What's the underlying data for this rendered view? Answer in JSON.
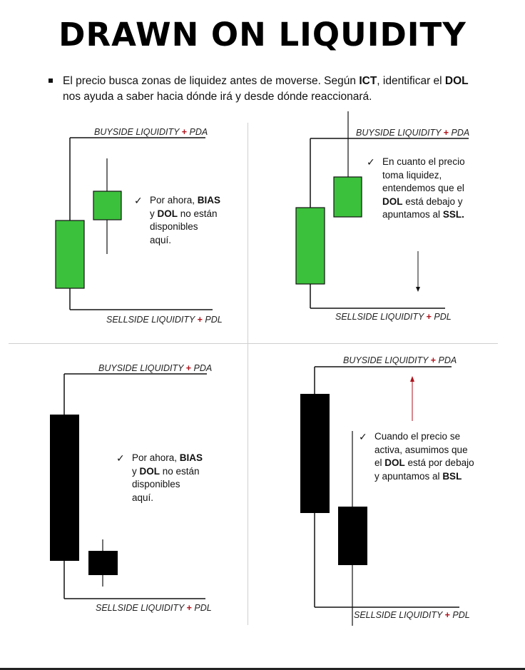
{
  "title": "DRAWN ON LIQUIDITY",
  "intro": {
    "part1": "El precio busca zonas de liquidez antes de moverse. Según ",
    "ict": "ICT",
    "part2": ", identificar el ",
    "dol": "DOL",
    "part3": " nos ayuda a saber hacia dónde irá y desde dónde reaccionará."
  },
  "labels": {
    "buyside": "BUYSIDE LIQUIDITY",
    "pda": "PDA",
    "sellside": "SELLSIDE LIQUIDITY",
    "pdl": "PDL",
    "plus": "+"
  },
  "panels": [
    {
      "note": {
        "l1a": "Por ahora, ",
        "l1b": "BIAS",
        "l2a": "y ",
        "l2b": "DOL",
        "l2c": " no están",
        "l3": "disponibles",
        "l4": "aquí."
      }
    },
    {
      "note": {
        "l1": "En cuanto el precio",
        "l2": "toma liquidez,",
        "l3": "entendemos que el",
        "l4a": "DOL",
        "l4b": " está debajo y",
        "l5a": "apuntamos al ",
        "l5b": "SSL."
      }
    },
    {
      "note": {
        "l1a": "Por ahora, ",
        "l1b": "BIAS",
        "l2a": "y ",
        "l2b": "DOL",
        "l2c": " no están",
        "l3": "disponibles",
        "l4": "aquí."
      }
    },
    {
      "note": {
        "l1": "Cuando el precio se",
        "l2a": "activa",
        "l2b": ", asumimos que",
        "l3a": "el ",
        "l3b": "DOL",
        "l3c": " está por debajo",
        "l4a": "y apuntamos al ",
        "l4b": "BSL"
      }
    }
  ],
  "colors": {
    "bull": "#3cc13c",
    "bear": "#000000",
    "accent": "#b0121b"
  },
  "icons": {
    "check": "✓"
  }
}
